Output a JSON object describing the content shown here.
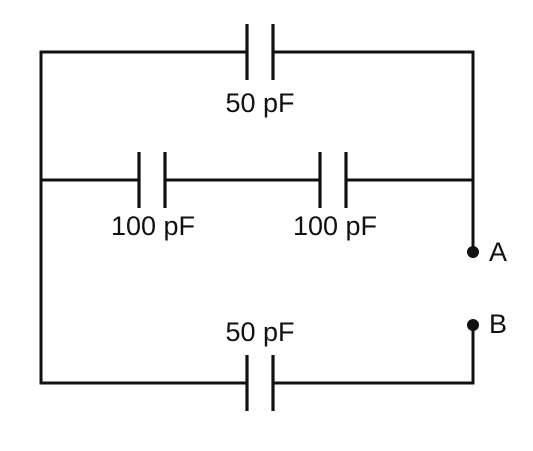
{
  "diagram": {
    "capacitors": {
      "top": {
        "value": "50 pF"
      },
      "middle_left": {
        "value": "100 pF"
      },
      "middle_right": {
        "value": "100 pF"
      },
      "bottom": {
        "value": "50 pF"
      }
    },
    "terminals": {
      "a": {
        "label": "A"
      },
      "b": {
        "label": "B"
      }
    }
  }
}
